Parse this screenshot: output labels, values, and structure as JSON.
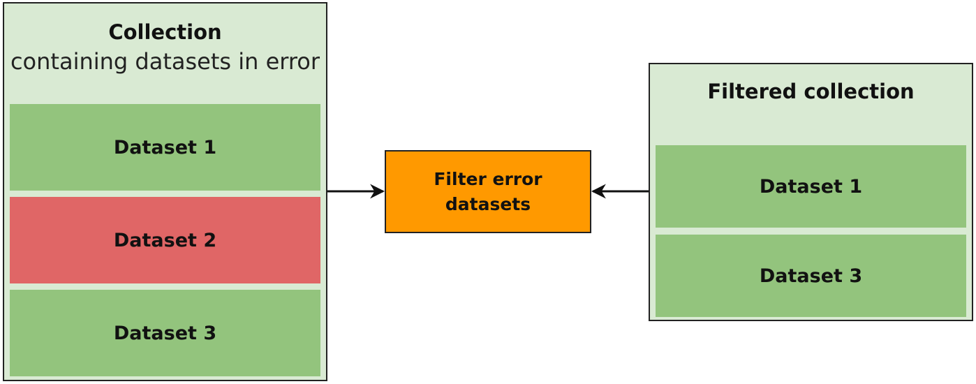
{
  "input_collection": {
    "title": "Collection",
    "subtitle": "containing datasets in error",
    "datasets": [
      {
        "label": "Dataset 1",
        "state": "ok"
      },
      {
        "label": "Dataset 2",
        "state": "error"
      },
      {
        "label": "Dataset 3",
        "state": "ok"
      }
    ]
  },
  "filter_tool": {
    "label": "Filter error\ndatasets"
  },
  "output_collection": {
    "title": "Filtered collection",
    "datasets": [
      {
        "label": "Dataset 1",
        "state": "ok"
      },
      {
        "label": "Dataset 3",
        "state": "ok"
      }
    ]
  },
  "colors": {
    "collection_bg": "#d9ead3",
    "dataset_ok": "#93c47d",
    "dataset_error": "#e06666",
    "filter_tool": "#ff9900",
    "border": "#222222"
  }
}
